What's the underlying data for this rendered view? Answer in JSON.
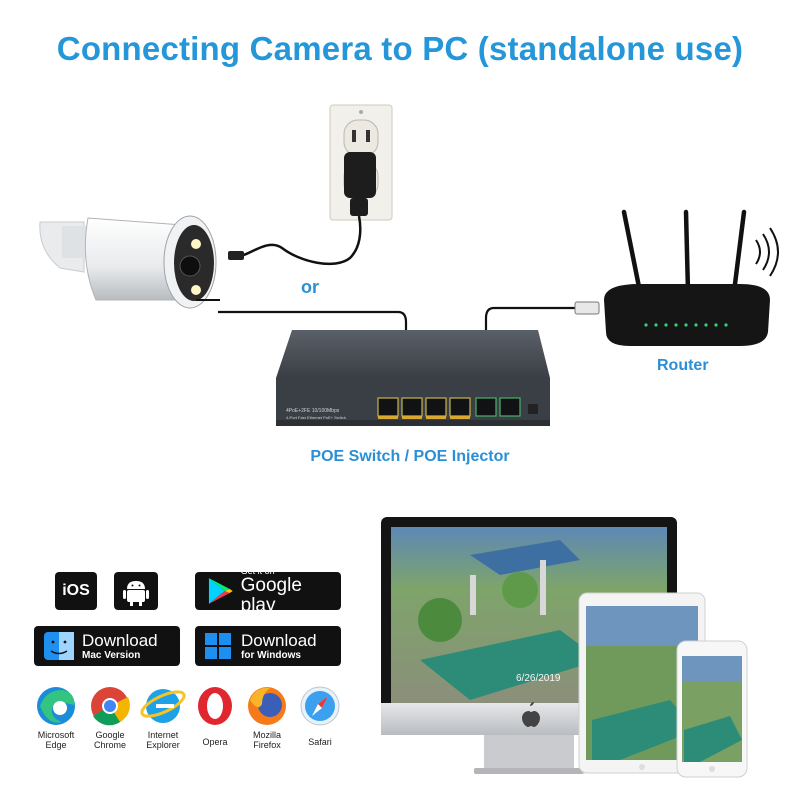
{
  "title": "Connecting Camera to PC (standalone use)",
  "labels": {
    "or": "or",
    "router": "Router",
    "poe": "POE Switch / POE Injector",
    "switch_text_1": "4PoE+2FE 10/100Mbps",
    "switch_text_2": "4-Port Fast Ethernet PoE+ Switch",
    "monitor_timestamp": "6/26/2019"
  },
  "badges": {
    "ios": "iOS"
  },
  "stores": {
    "google_small": "Get it on",
    "google_big": "Google play",
    "mac_big": "Download",
    "mac_small": "Mac Version",
    "win_big": "Download",
    "win_small": "for Windows"
  },
  "browsers": [
    {
      "line1": "Microsoft",
      "line2": "Edge"
    },
    {
      "line1": "Google",
      "line2": "Chrome"
    },
    {
      "line1": "Internet",
      "line2": "Explorer"
    },
    {
      "line1": "Opera",
      "line2": ""
    },
    {
      "line1": "Mozilla",
      "line2": "Firefox"
    },
    {
      "line1": "Safari",
      "line2": ""
    }
  ],
  "colors": {
    "accent_blue": "#2597d9",
    "badge_black": "#111111",
    "switch_gray": "#3a3f45"
  },
  "icons": [
    "wall-outlet-icon",
    "camera-icon",
    "router-icon",
    "poe-switch-icon",
    "android-icon",
    "apple-icon",
    "windows-icon",
    "google-play-icon",
    "finder-icon",
    "edge-icon",
    "chrome-icon",
    "ie-icon",
    "opera-icon",
    "firefox-icon",
    "safari-icon",
    "monitor-icon",
    "tablet-icon",
    "phone-icon"
  ]
}
